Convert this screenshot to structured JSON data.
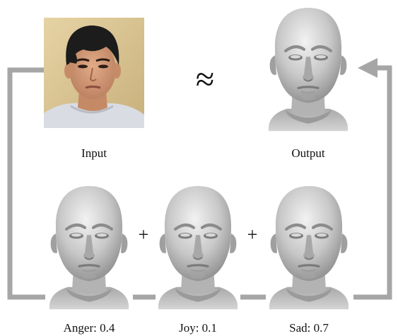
{
  "labels": {
    "input": "Input",
    "output": "Output",
    "anger": "Anger: 0.4",
    "joy": "Joy: 0.1",
    "sad": "Sad: 0.7"
  },
  "symbols": {
    "approx": "≈",
    "plus": "+"
  },
  "colors": {
    "connector": "#a6a6a6",
    "face_light": "#e9e9e9",
    "face_mid": "#bdbdbd",
    "face_dark": "#7a7a7a",
    "photo_bg": "#d6c08f",
    "skin": "#d8a07c",
    "hair": "#1c1c1c",
    "shirt": "#d9dce3"
  },
  "icons": {
    "connector_arrow": "arrow-left-icon"
  }
}
